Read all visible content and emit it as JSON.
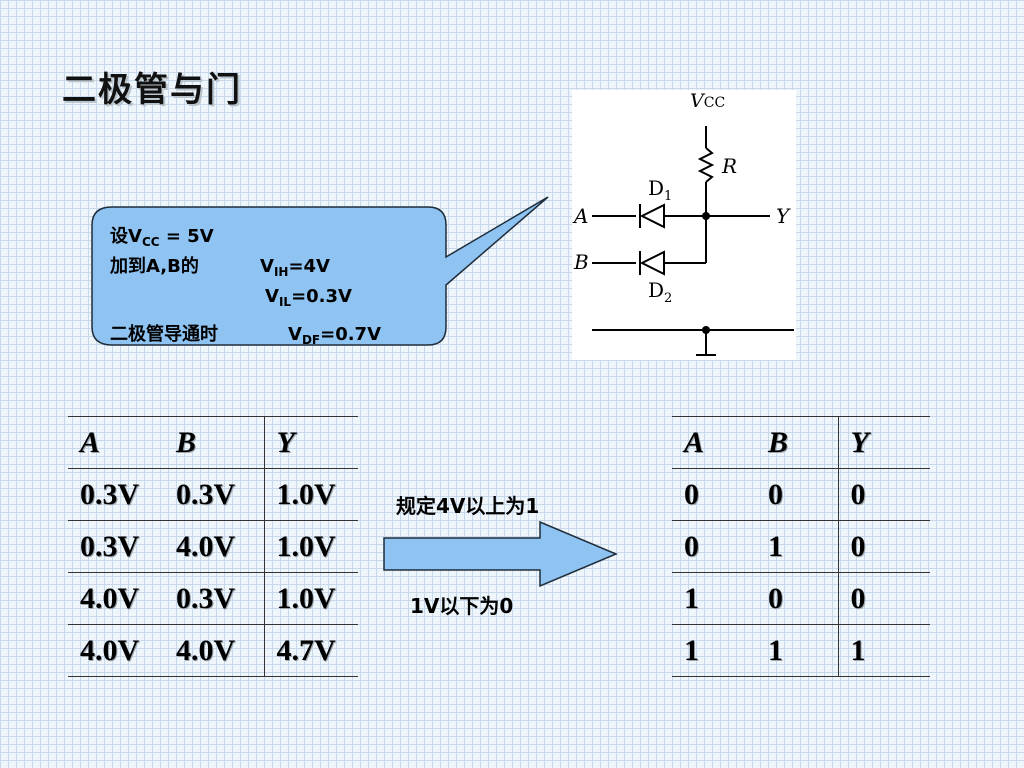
{
  "title": "二极管与门",
  "callout": {
    "line1_prefix": "设V",
    "line1_sub": "CC",
    "line1_suffix": " = 5V",
    "line2_prefix": "加到A,B的",
    "line2_v": "V",
    "line2_sub": "IH",
    "line2_suffix": "=4V",
    "line3_v": "V",
    "line3_sub": "IL",
    "line3_suffix": "=0.3V",
    "line4_prefix": "二极管导通时",
    "line4_v": "V",
    "line4_sub": "DF",
    "line4_suffix": "=0.7V"
  },
  "circuit": {
    "vcc_v": "V",
    "vcc_sub": "CC",
    "resistor": "R",
    "d1": "D",
    "d1_sub": "1",
    "d2": "D",
    "d2_sub": "2",
    "input_a": "A",
    "input_b": "B",
    "output_y": "Y"
  },
  "voltage_table": {
    "headers": [
      "A",
      "B",
      "Y"
    ],
    "rows": [
      [
        "0.3V",
        "0.3V",
        "1.0V"
      ],
      [
        "0.3V",
        "4.0V",
        "1.0V"
      ],
      [
        "4.0V",
        "0.3V",
        "1.0V"
      ],
      [
        "4.0V",
        "4.0V",
        "4.7V"
      ]
    ]
  },
  "rule_top": "规定4V以上为1",
  "rule_bottom": "1V以下为0",
  "logic_table": {
    "headers": [
      "A",
      "B",
      "Y"
    ],
    "rows": [
      [
        "0",
        "0",
        "0"
      ],
      [
        "0",
        "1",
        "0"
      ],
      [
        "1",
        "0",
        "0"
      ],
      [
        "1",
        "1",
        "1"
      ]
    ]
  },
  "colors": {
    "callout_fill": "#8ec3f2",
    "arrow_fill": "#8ec3f2"
  }
}
